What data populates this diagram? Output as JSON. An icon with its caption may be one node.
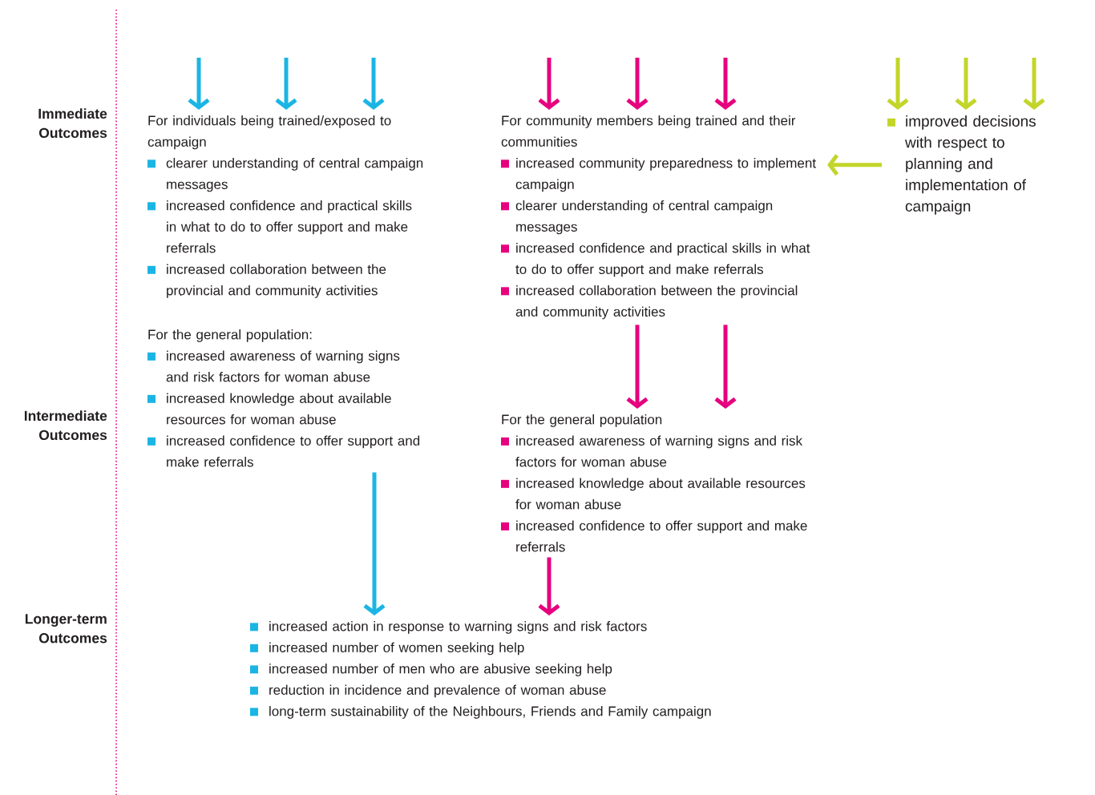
{
  "diagram": {
    "nodes": [
      {
        "text": [
          "For individuals being trained/exposed to campaign",
          "clearer understanding of central campaign messages",
          "increased confidence and practical skills in what to do to offer support and make referrals",
          "increased collaboration between the provincial and community activities"
        ]
      },
      {
        "text": [
          "For the general population:",
          "increased awareness of warning signs and risk factors for woman abuse",
          "increased knowledge about available resources for woman abuse",
          "increased confidence to offer support and make referrals"
        ]
      },
      {
        "text": [
          "For community members being trained and their communities",
          "increased community preparedness to implement campaign",
          "clearer understanding of central campaign messages",
          "increased confidence and practical skills in what to do to offer support and make referrals",
          "increased collaboration between the provincial and community activities"
        ]
      },
      {
        "text": [
          "For the general population",
          "increased awareness of warning signs and risk factors for woman abuse",
          "increased knowledge about available resources for woman abuse",
          "increased confidence to offer support and make referrals"
        ]
      },
      {
        "text": [
          "improved decisions with respect to planning and implementation of campaign"
        ]
      },
      {
        "text": [
          "increased action in response to warning signs and risk factors",
          "increased number of women seeking help",
          "increased number of men who are abusive seeking help",
          "reduction in incidence and prevalence of woman abuse",
          "long-term sustainability of the Neighbours, Friends and Family campaign"
        ]
      }
    ],
    "edges": [
      {
        "from": null,
        "to": 0,
        "arrow": "to",
        "color": "#1bb5e4"
      },
      {
        "from": null,
        "to": 0,
        "arrow": "to",
        "color": "#1bb5e4"
      },
      {
        "from": null,
        "to": 0,
        "arrow": "to",
        "color": "#1bb5e4"
      },
      {
        "from": null,
        "to": 2,
        "arrow": "to",
        "color": "#e6007e"
      },
      {
        "from": null,
        "to": 2,
        "arrow": "to",
        "color": "#e6007e"
      },
      {
        "from": null,
        "to": 2,
        "arrow": "to",
        "color": "#e6007e"
      },
      {
        "from": null,
        "to": 4,
        "arrow": "to",
        "color": "#c3d52b"
      },
      {
        "from": null,
        "to": 4,
        "arrow": "to",
        "color": "#c3d52b"
      },
      {
        "from": null,
        "to": 4,
        "arrow": "to",
        "color": "#c3d52b"
      },
      {
        "from": 4,
        "to": 2,
        "arrow": "to",
        "color": "#c3d52b"
      },
      {
        "from": 2,
        "to": 3,
        "arrow": "to",
        "color": "#e6007e"
      },
      {
        "from": 2,
        "to": 3,
        "arrow": "to",
        "color": "#e6007e"
      },
      {
        "from": 1,
        "to": 5,
        "arrow": "to",
        "color": "#1bb5e4"
      },
      {
        "from": 3,
        "to": 5,
        "arrow": "to",
        "color": "#e6007e"
      }
    ],
    "labels": [
      "Immediate Outcomes",
      "Intermediate Outcomes",
      "Longer-term Outcomes"
    ]
  }
}
